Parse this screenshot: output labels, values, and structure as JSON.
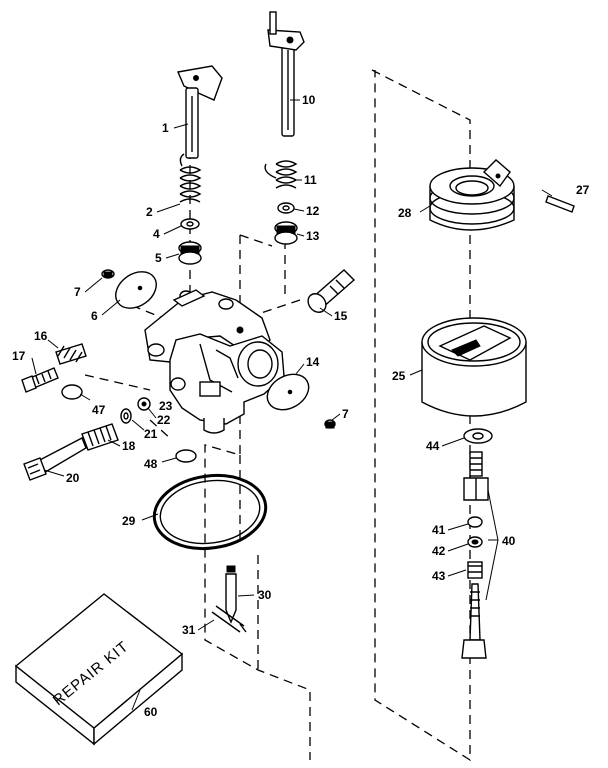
{
  "kit_text": "REPAIR KIT",
  "callouts": {
    "c1": "1",
    "c2": "2",
    "c4": "4",
    "c5": "5",
    "c6": "6",
    "c7a": "7",
    "c7b": "7",
    "c10": "10",
    "c11": "11",
    "c12": "12",
    "c13": "13",
    "c14": "14",
    "c15": "15",
    "c16": "16",
    "c17": "17",
    "c18": "18",
    "c20": "20",
    "c21": "21",
    "c22": "22",
    "c23": "23",
    "c25": "25",
    "c27": "27",
    "c28": "28",
    "c29": "29",
    "c30": "30",
    "c31": "31",
    "c40": "40",
    "c41": "41",
    "c42": "42",
    "c43": "43",
    "c44": "44",
    "c47": "47",
    "c48": "48",
    "c60": "60"
  }
}
